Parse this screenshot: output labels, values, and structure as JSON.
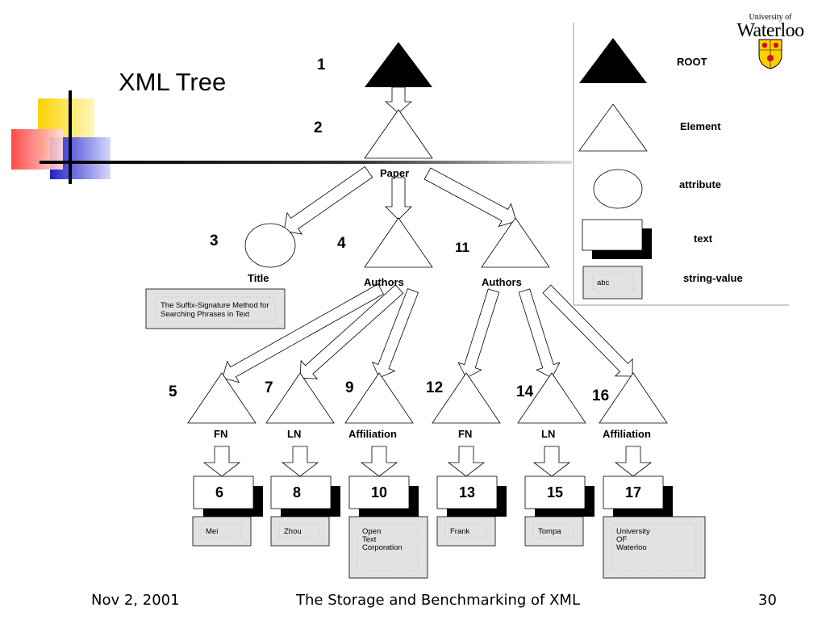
{
  "slide": {
    "title": "XML Tree",
    "footer_date": "Nov 2, 2001",
    "footer_title": "The Storage and Benchmarking of XML",
    "page_number": "30"
  },
  "logo": {
    "line1": "University of",
    "line2": "Waterloo"
  },
  "legend": {
    "root": "ROOT",
    "element": "Element",
    "attribute": "attribute",
    "text": "text",
    "string_value": "string-value",
    "sample_value": "abc"
  },
  "tree": {
    "root": {
      "num": "1"
    },
    "paper": {
      "num": "2",
      "label": "Paper"
    },
    "title": {
      "num": "3",
      "label": "Title",
      "value": [
        "The Suffix-Signature Method for",
        "Searching Phrases in Text"
      ]
    },
    "authors_a": {
      "num": "4",
      "label": "Authors"
    },
    "authors_b": {
      "num": "11",
      "label": "Authors"
    },
    "fn_a": {
      "num": "5",
      "label": "FN"
    },
    "ln_a": {
      "num": "7",
      "label": "LN"
    },
    "aff_a": {
      "num": "9",
      "label": "Affiliation"
    },
    "fn_b": {
      "num": "12",
      "label": "FN"
    },
    "ln_b": {
      "num": "14",
      "label": "LN"
    },
    "aff_b": {
      "num": "16",
      "label": "Affiliation"
    },
    "text_nodes": [
      {
        "num": "6",
        "value": [
          "Mei"
        ]
      },
      {
        "num": "8",
        "value": [
          "Zhou"
        ]
      },
      {
        "num": "10",
        "value": [
          "Open",
          "Text",
          "Corporation"
        ]
      },
      {
        "num": "13",
        "value": [
          "Frank"
        ]
      },
      {
        "num": "15",
        "value": [
          "Tompa"
        ]
      },
      {
        "num": "17",
        "value": [
          "University",
          "OF",
          "Waterloo"
        ]
      }
    ]
  },
  "colors": {
    "accent_yellow": "#FFD200",
    "accent_red": "#FF4040",
    "accent_blue": "#2A2ACF",
    "value_box_fill": "#E2E2E2"
  }
}
